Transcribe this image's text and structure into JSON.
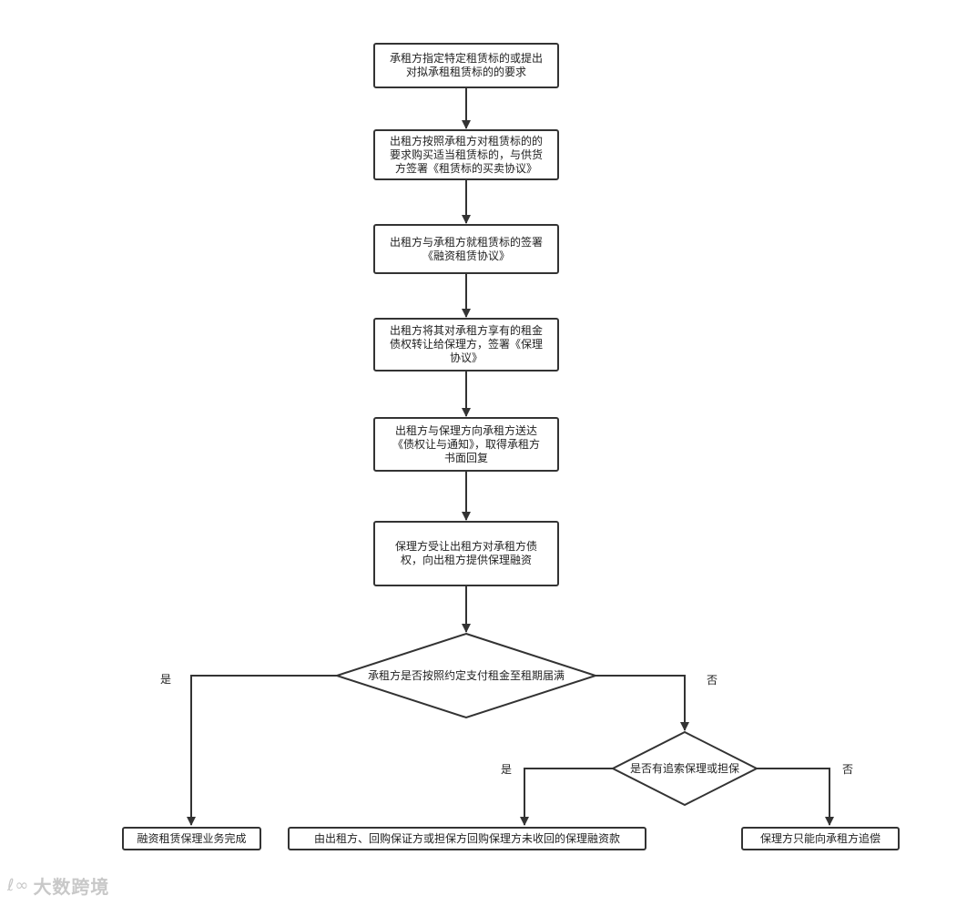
{
  "nodes": {
    "n1": "承租方指定特定租赁标的或提出\n对拟承租租赁标的的要求",
    "n2": "出租方按照承租方对租赁标的的\n要求购买适当租赁标的，与供货\n方签署《租赁标的买卖协议》",
    "n3": "出租方与承租方就租赁标的签署\n《融资租赁协议》",
    "n4": "出租方将其对承租方享有的租金\n债权转让给保理方，签署《保理\n协议》",
    "n5": "出租方与保理方向承租方送达\n《债权让与通知》，取得承租方\n书面回复",
    "n6": "保理方受让出租方对承租方债\n权，向出租方提供保理融资",
    "d1": "承租方是否按照约定支付租金至租期届满",
    "d2": "是否有追索保理或担保",
    "end_complete": "融资租赁保理业务完成",
    "end_buyback": "由出租方、回购保证方或担保方回购保理方未收回的保理融资款",
    "end_recover": "保理方只能向承租方追偿"
  },
  "edge_labels": {
    "d1_yes": "是",
    "d1_no": "否",
    "d2_yes": "是",
    "d2_no": "否"
  },
  "watermark": {
    "logo": "ℓ∞",
    "text": "大数跨境"
  },
  "colors": {
    "stroke": "#333333",
    "fill": "#ffffff"
  }
}
